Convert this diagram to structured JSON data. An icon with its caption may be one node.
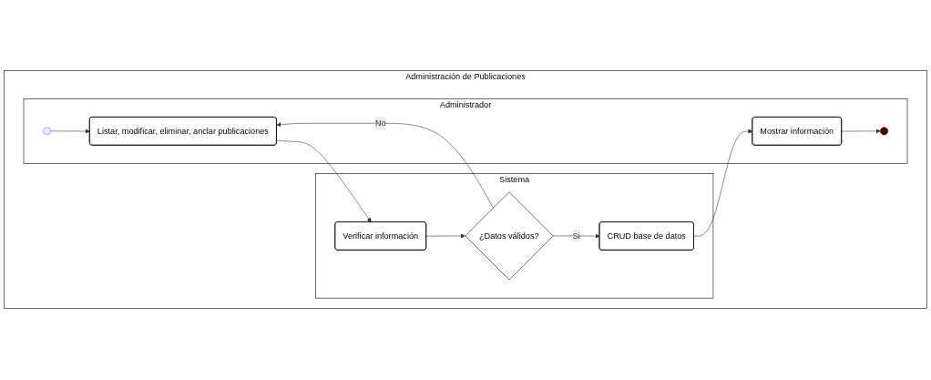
{
  "diagram": {
    "nodes": [
      {
        "text": [
          "Administración de Publicaciones"
        ]
      },
      {
        "text": [
          "Sistema"
        ],
        "in": 0
      },
      {
        "text": [
          "Verificar información"
        ],
        "in": 1
      },
      {
        "text": [
          "¿Datos válidos?"
        ],
        "in": 1
      },
      {
        "text": [
          "CRUD base de datos"
        ],
        "in": 1
      },
      {
        "text": [
          "Administrador"
        ],
        "in": 0
      },
      {
        "text": [],
        "shape": "circle",
        "in": 5
      },
      {
        "text": [
          "Listar, modificar, eliminar, anclar publicaciones"
        ],
        "in": 5
      },
      {
        "text": [
          "Mostrar información"
        ],
        "in": 5
      },
      {
        "text": [],
        "shape": "circle",
        "in": 5
      }
    ],
    "edges": [
      {
        "from": 6,
        "to": 7,
        "arrow": "to"
      },
      {
        "from": 7,
        "to": 2,
        "arrow": "to"
      },
      {
        "from": 2,
        "to": 3,
        "arrow": "to"
      },
      {
        "from": 3,
        "to": 4,
        "label": "Si",
        "arrow": "to"
      },
      {
        "from": 3,
        "to": 7,
        "label": "No",
        "arrow": "to"
      },
      {
        "from": 4,
        "to": 8,
        "arrow": "to"
      },
      {
        "from": 8,
        "to": 9,
        "arrow": "to"
      }
    ]
  }
}
